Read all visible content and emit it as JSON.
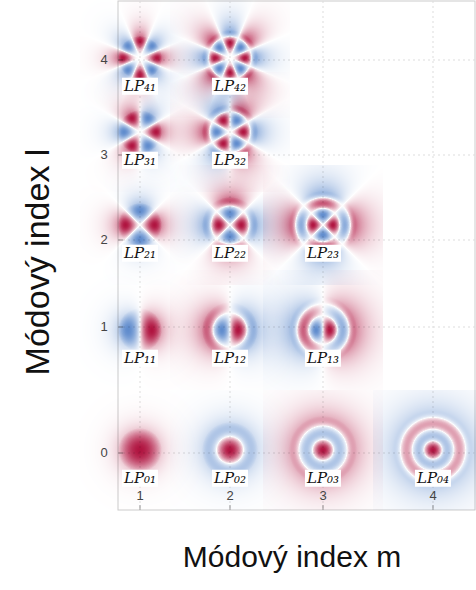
{
  "diagram": {
    "labels": [
      "Módový index l",
      "4",
      "3",
      "2",
      "1",
      "0",
      "1",
      "2",
      "3",
      "4",
      "Módový index m",
      "LP₄₁",
      "LP₄₂",
      "LP₃₁",
      "LP₃₂",
      "LP₂₁",
      "LP₂₂",
      "LP₂₃",
      "LP₁₁",
      "LP₁₂",
      "LP₁₃",
      "LP₀₁",
      "LP₀₂",
      "LP₀₃",
      "LP₀₄"
    ]
  }
}
